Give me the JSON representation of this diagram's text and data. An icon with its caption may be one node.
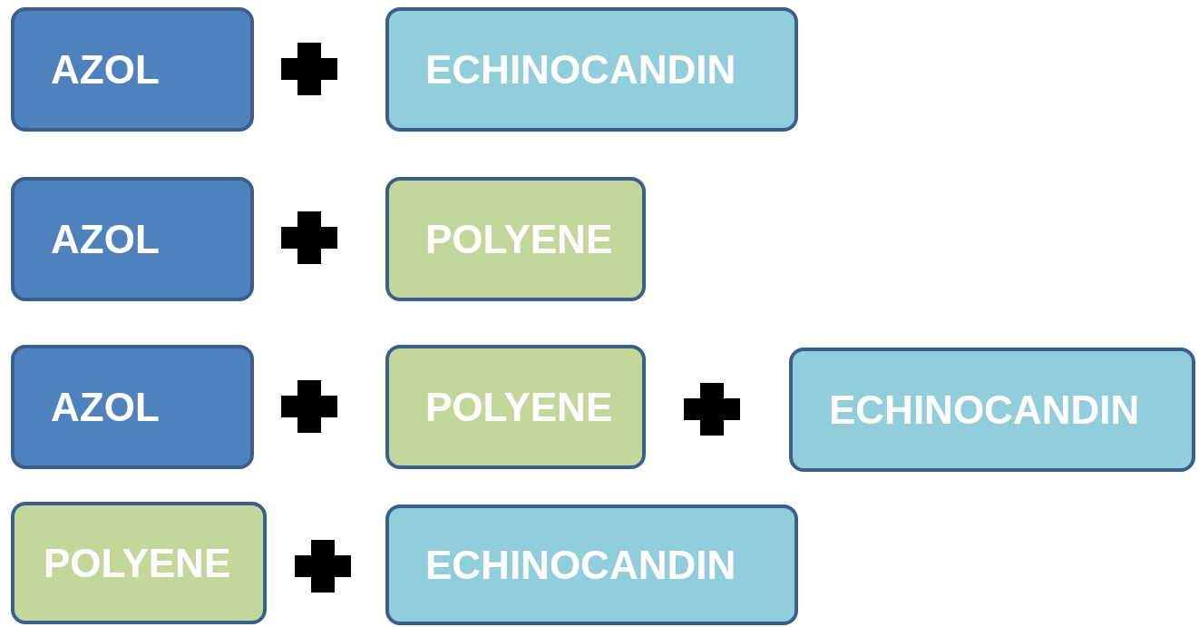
{
  "diagram": {
    "nodes": [
      {
        "text": [
          "AZOL"
        ]
      },
      {
        "text": [
          "ECHINOCANDIN"
        ]
      },
      {
        "text": [
          "AZOL"
        ]
      },
      {
        "text": [
          "POLYENE"
        ]
      },
      {
        "text": [
          "AZOL"
        ]
      },
      {
        "text": [
          "POLYENE"
        ]
      },
      {
        "text": [
          "ECHINOCANDIN"
        ]
      },
      {
        "text": [
          "POLYENE"
        ]
      },
      {
        "text": [
          "ECHINOCANDIN"
        ]
      }
    ]
  }
}
